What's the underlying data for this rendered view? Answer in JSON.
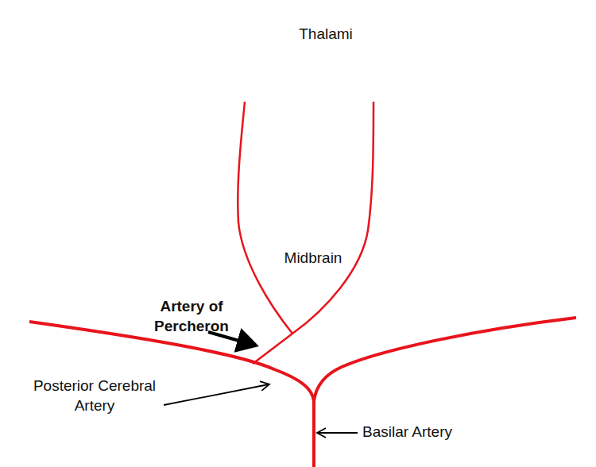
{
  "diagram": {
    "nodes": [
      {
        "text": [
          "Thalami"
        ]
      },
      {
        "text": [
          "Midbrain"
        ]
      }
    ],
    "labels": [
      "Artery of Percheron",
      "Posterior Cerebral Artery",
      "Basilar Artery"
    ]
  }
}
